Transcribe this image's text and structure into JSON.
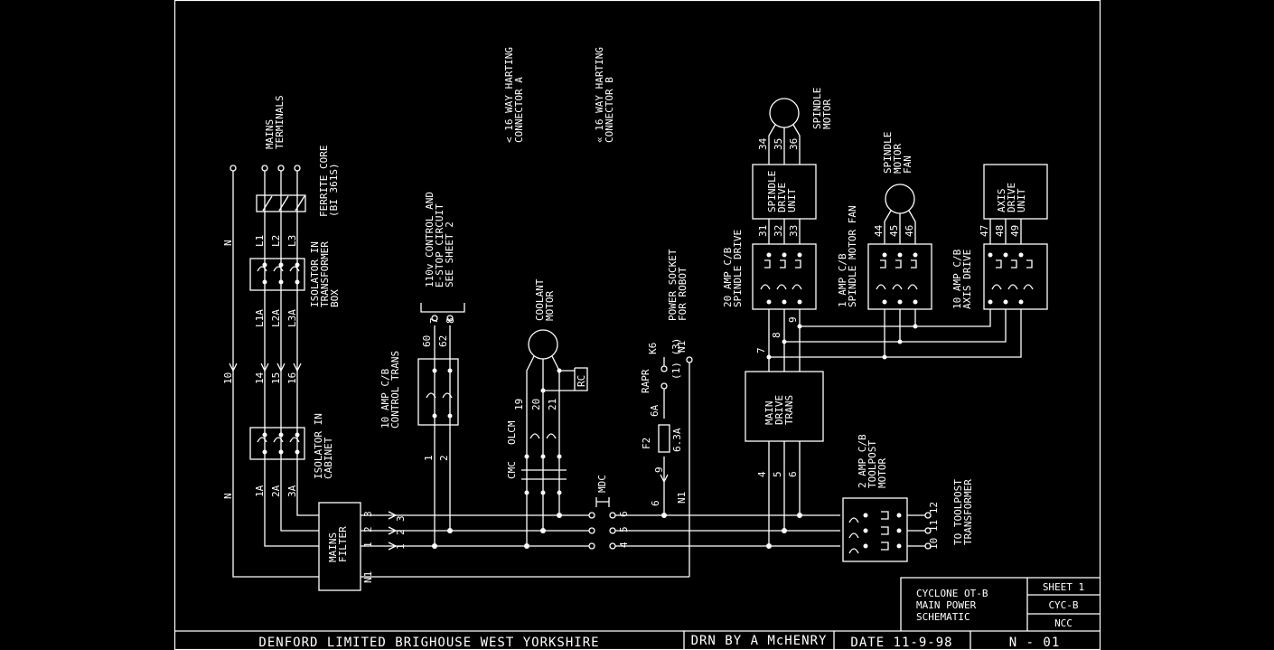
{
  "labels": {
    "mains_terminals": [
      "MAINS",
      "TERMINALS"
    ],
    "ferrite": [
      "FERRITE CORE",
      "(BI 361S)"
    ],
    "isolator_tb": [
      "ISOLATOR IN",
      "TRANSFORMER",
      "BOX"
    ],
    "isolator_cab": [
      "ISOLATOR IN",
      "CABINET"
    ],
    "mains_filter": [
      "MAINS",
      "FILTER"
    ],
    "cb_control": [
      "10 AMP C/B",
      "CONTROL TRANS"
    ],
    "control_110": [
      "110v CONTROL AND",
      "E-STOP CIRCUIT",
      "SEE SHEET 2"
    ],
    "harting_a": [
      "<  16 WAY HARTING",
      "CONNECTOR A"
    ],
    "harting_b": [
      "«  16 WAY HARTING",
      "CONNECTOR B"
    ],
    "coolant": [
      "COOLANT",
      "MOTOR"
    ],
    "rc": "RC",
    "cmc": "CMC",
    "olcm": "OLCM",
    "mdc": "MDC",
    "power_socket": [
      "POWER SOCKET",
      "FOR ROBOT"
    ],
    "f2": "F2",
    "f2_6a": "6A",
    "f2_63a": "6.3A",
    "rapr": "RAPR",
    "k6": "K6",
    "k6_pins": "(1) (3)",
    "n1": "N1",
    "cb_spindle": [
      "20 AMP C/B",
      "SPINDLE DRIVE"
    ],
    "spindle_drive": [
      "SPINDLE",
      "DRIVE",
      "UNIT"
    ],
    "spindle_motor": [
      "SPINDLE",
      "MOTOR"
    ],
    "cb_fan": [
      "1 AMP C/B",
      "SPINDLE MOTOR FAN"
    ],
    "spindle_fan": [
      "SPINDLE",
      "MOTOR",
      "FAN"
    ],
    "cb_axis": [
      "10 AMP C/B",
      "AXIS DRIVE"
    ],
    "axis_drive": [
      "AXIS",
      "DRIVE",
      "UNIT"
    ],
    "main_trans": [
      "MAIN",
      "DRIVE",
      "TRANS"
    ],
    "cb_toolpost": [
      "2 AMP C/B",
      "TOOLPOST",
      "MOTOR"
    ],
    "to_toolpost": [
      "TO TOOLPOST",
      "TRANSFORMER"
    ],
    "toolpost_wires": [
      "10 11 12"
    ]
  },
  "wire_numbers": {
    "n": "N",
    "l1": "L1",
    "l2": "L2",
    "l3": "L3",
    "l1a": "L1A",
    "l2a": "L2A",
    "l3a": "L3A",
    "w10": "10",
    "w14": "14",
    "w15": "15",
    "w16": "16",
    "w1a": "1A",
    "w2a": "2A",
    "w3a": "3A",
    "w1": "1",
    "w2": "2",
    "w3": "3",
    "w4": "4",
    "w5": "5",
    "w6": "6",
    "w7": "7",
    "w8": "8",
    "w9": "9",
    "w19": "19",
    "w20": "20",
    "w21": "21",
    "w31": "31",
    "w32": "32",
    "w33": "33",
    "w34": "34",
    "w35": "35",
    "w36": "36",
    "w44": "44",
    "w45": "45",
    "w46": "46",
    "w47": "47",
    "w48": "48",
    "w49": "49",
    "w60": "60",
    "w62": "62"
  },
  "title_block": {
    "project": [
      "CYCLONE OT-B",
      "MAIN POWER",
      "SCHEMATIC"
    ],
    "sheet": "SHEET 1",
    "code": "CYC-B",
    "ncc": "NCC",
    "company": "DENFORD LIMITED   BRIGHOUSE   WEST YORKSHIRE",
    "drawn_by": "DRN BY  A McHENRY",
    "date": "DATE  11-9-98",
    "number": "N - 01"
  }
}
